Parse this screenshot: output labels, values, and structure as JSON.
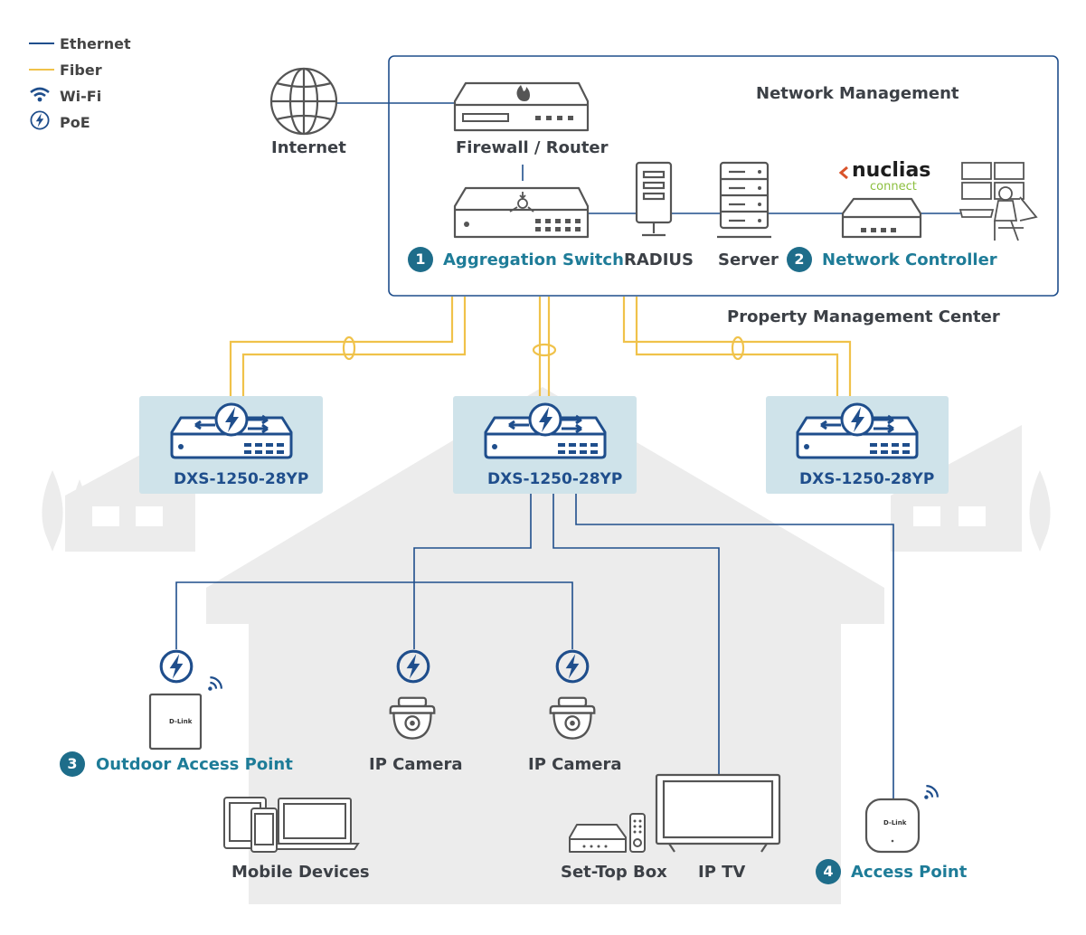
{
  "legend": [
    {
      "label": "Ethernet",
      "kind": "line",
      "color": "#1f4e8c"
    },
    {
      "label": "Fiber",
      "kind": "line",
      "color": "#f0c24a"
    },
    {
      "label": "Wi-Fi",
      "kind": "wifi-icon",
      "color": "#1f4e8c"
    },
    {
      "label": "PoE",
      "kind": "poe-icon",
      "color": "#1f4e8c"
    }
  ],
  "management": {
    "title": "Network Management",
    "center_label": "Property Management Center",
    "internet": "Internet",
    "firewall": "Firewall / Router",
    "radius": "RADIUS",
    "server": "Server",
    "nuclias_brand": "nuclias",
    "nuclias_sub": "connect",
    "aggregation": {
      "number": "1",
      "label": "Aggregation Switch"
    },
    "controller": {
      "number": "2",
      "label": "Network Controller"
    }
  },
  "switches": [
    "DXS-1250-28YP",
    "DXS-1250-28YP",
    "DXS-1250-28YP"
  ],
  "devices": {
    "outdoor_ap": {
      "number": "3",
      "label": "Outdoor Access Point"
    },
    "camera1": "IP Camera",
    "camera2": "IP Camera",
    "mobile": "Mobile Devices",
    "stb": "Set-Top Box",
    "tv": "IP TV",
    "ap": {
      "number": "4",
      "label": "Access Point"
    },
    "brand": "D-Link"
  },
  "colors": {
    "ethernet": "#1f4e8c",
    "fiber": "#f0c24a",
    "accent": "#1e7c98",
    "switch_bg": "#cfe3ea",
    "house": "#ececec"
  }
}
